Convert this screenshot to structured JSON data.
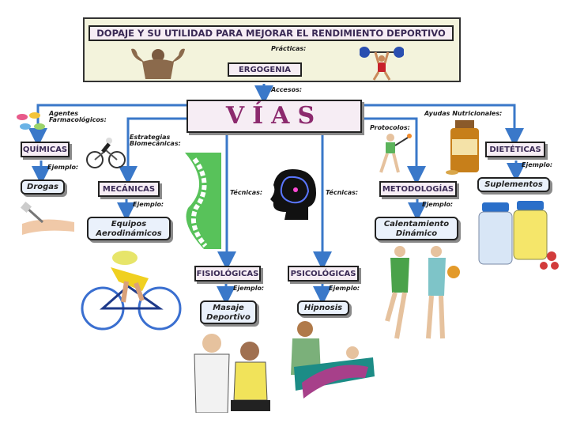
{
  "title": "DOPAJE Y SU UTILIDAD PARA MEJORAR EL RENDIMIENTO DEPORTIVO",
  "practicas_label": "Prácticas:",
  "ergogenia": "ERGOGENIA",
  "accesos_label": "Accesos:",
  "vias": "VÍAS",
  "branches": {
    "quimicas": {
      "connector": "Agentes\nFarmacológicos:",
      "label": "QUÍMICAS",
      "ejemplo": "Ejemplo:",
      "example": "Drogas"
    },
    "mecanicas": {
      "connector": "Estrategias\nBiomecánicas:",
      "label": "MECÁNICAS",
      "ejemplo": "Ejemplo:",
      "example": "Equipos\nAerodinámicos"
    },
    "fisiologicas": {
      "connector": "Técnicas:",
      "label": "FISIOLÓGICAS",
      "ejemplo": "Ejemplo:",
      "example": "Masaje\nDeportivo"
    },
    "psicologicas": {
      "connector": "Técnicas:",
      "label": "PSICOLÓGICAS",
      "ejemplo": "Ejemplo:",
      "example": "Hipnosis"
    },
    "metodologias": {
      "connector": "Protocolos:",
      "label": "METODOLOGÍAS",
      "ejemplo": "Ejemplo:",
      "example": "Calentamiento\nDinámico"
    },
    "dieteticas": {
      "connector": "Ayudas Nutricionales:",
      "label": "DIETÉTICAS",
      "ejemplo": "Ejemplo:",
      "example": "Suplementos"
    }
  },
  "colors": {
    "line": "#3a78c9",
    "box_fill": "#f6edf4",
    "box_text": "#3a2a55",
    "vias_text": "#8c2a6e",
    "example_fill": "#eaf1fb",
    "top_panel": "#f3f3dc"
  }
}
